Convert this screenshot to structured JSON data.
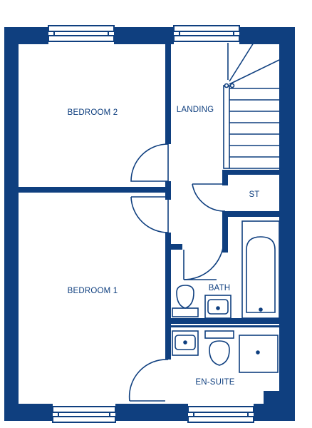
{
  "colors": {
    "wall": "#0f3f7f",
    "fixture_stroke": "#0f3f7f",
    "background": "#ffffff"
  },
  "rooms": {
    "bedroom_2": "BEDROOM 2",
    "landing": "LANDING",
    "store": "ST",
    "bedroom_1": "BEDROOM 1",
    "bath": "BATH",
    "en_suite": "EN-SUITE"
  }
}
